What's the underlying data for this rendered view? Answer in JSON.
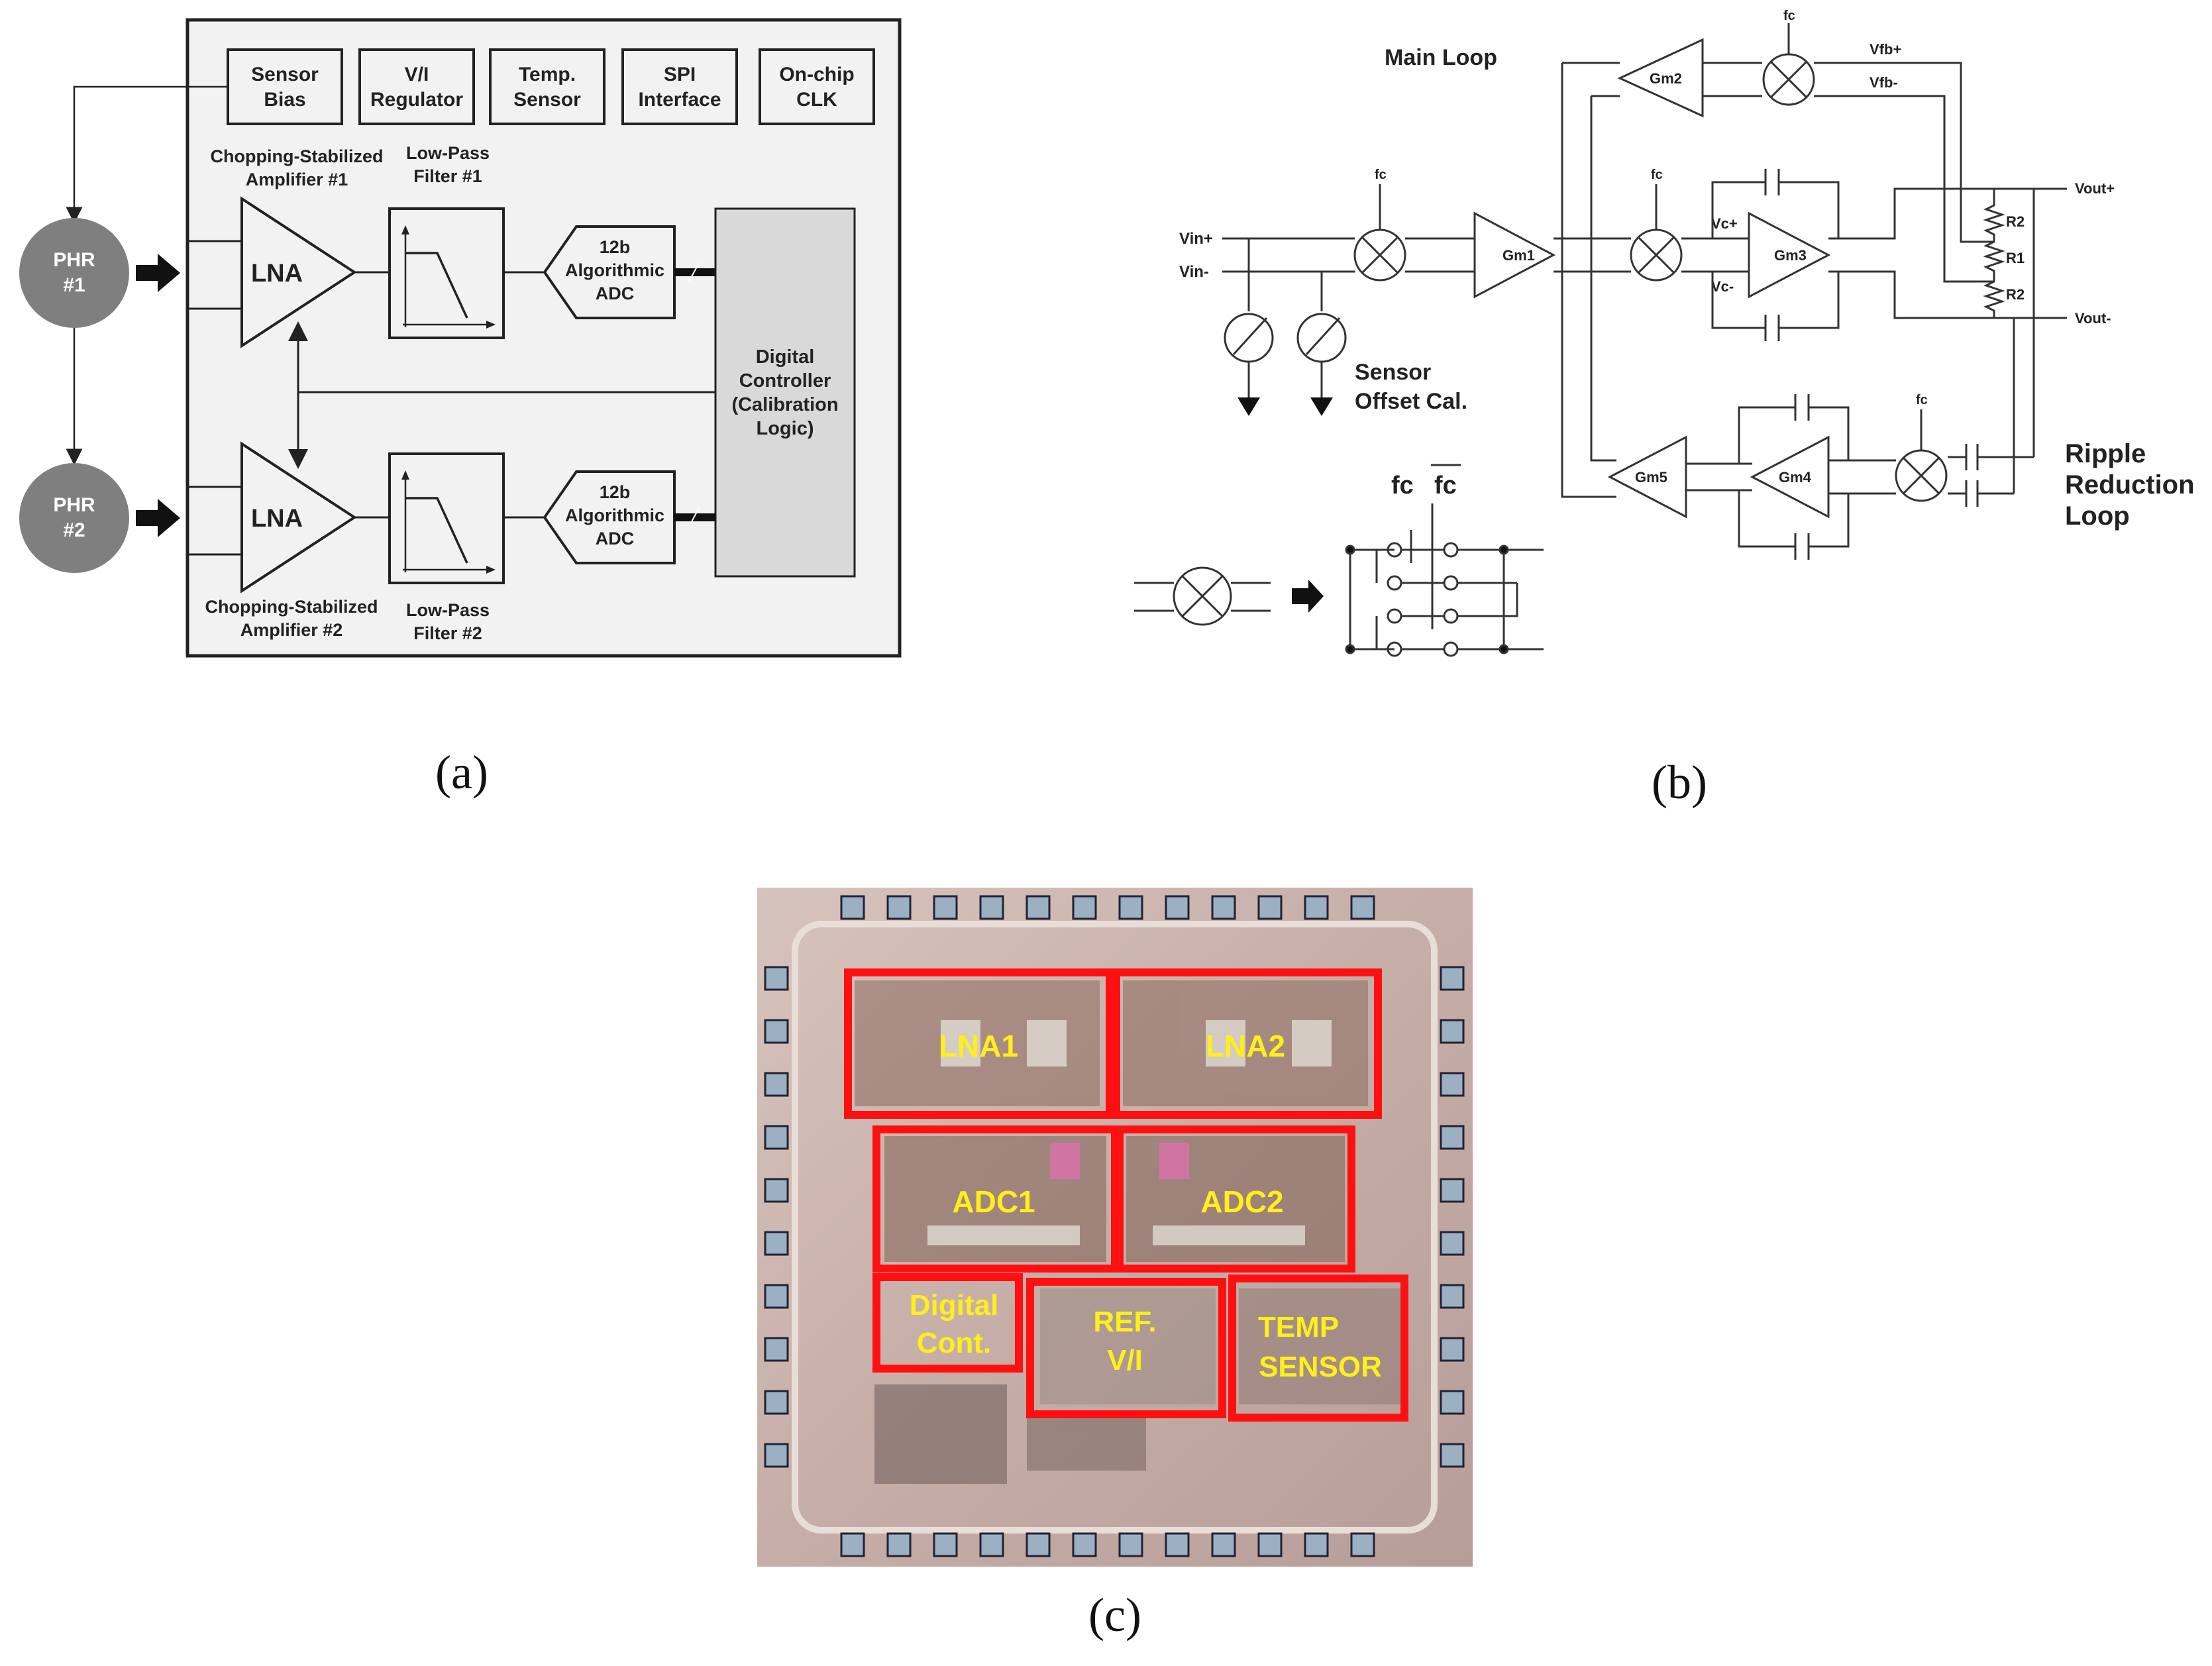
{
  "panel_a": {
    "top_blocks": [
      "Sensor Bias",
      "V/I Regulator",
      "Temp. Sensor",
      "SPI Interface",
      "On-chip CLK"
    ],
    "phr1": [
      "PHR",
      "#1"
    ],
    "phr2": [
      "PHR",
      "#2"
    ],
    "amp1_caption": [
      "Chopping-Stabilized",
      "Amplifier #1"
    ],
    "amp2_caption": [
      "Chopping-Stabilized",
      "Amplifier #2"
    ],
    "lpf1_caption": [
      "Low-Pass",
      "Filter #1"
    ],
    "lpf2_caption": [
      "Low-Pass",
      "Filter #2"
    ],
    "lna_label": "LNA",
    "adc_label": [
      "12b",
      "Algorithmic",
      "ADC"
    ],
    "digital_controller": [
      "Digital",
      "Controller",
      "(Calibration",
      "Logic)"
    ],
    "caption": "(a)"
  },
  "panel_b": {
    "main_loop": "Main Loop",
    "sensor_offset": [
      "Sensor",
      "Offset Cal."
    ],
    "ripple": [
      "Ripple",
      "Reduction",
      "Loop"
    ],
    "fc": "fc",
    "fc_bar": "fc",
    "vin_plus": "Vin+",
    "vin_minus": "Vin-",
    "vout_plus": "Vout+",
    "vout_minus": "Vout-",
    "vfb_plus": "Vfb+",
    "vfb_minus": "Vfb-",
    "vc_plus": "Vc+",
    "vc_minus": "Vc-",
    "gm1": "Gm1",
    "gm2": "Gm2",
    "gm3": "Gm3",
    "gm4": "Gm4",
    "gm5": "Gm5",
    "r2": "R2",
    "r1": "R1",
    "caption": "(b)"
  },
  "panel_c": {
    "lna1": "LNA1",
    "lna2": "LNA2",
    "adc1": "ADC1",
    "adc2": "ADC2",
    "digital": [
      "Digital",
      "Cont."
    ],
    "ref": [
      "REF.",
      "V/I"
    ],
    "temp": [
      "TEMP",
      "SENSOR"
    ],
    "caption": "(c)"
  },
  "colors": {
    "block_fill": "#f2f2f2",
    "phr_fill": "#7f7f7f",
    "controller_fill": "#d9d9d9",
    "chip_bg": "#c9b2a8",
    "region_outline": "#ff1010",
    "chip_label": "#ffef1a"
  }
}
